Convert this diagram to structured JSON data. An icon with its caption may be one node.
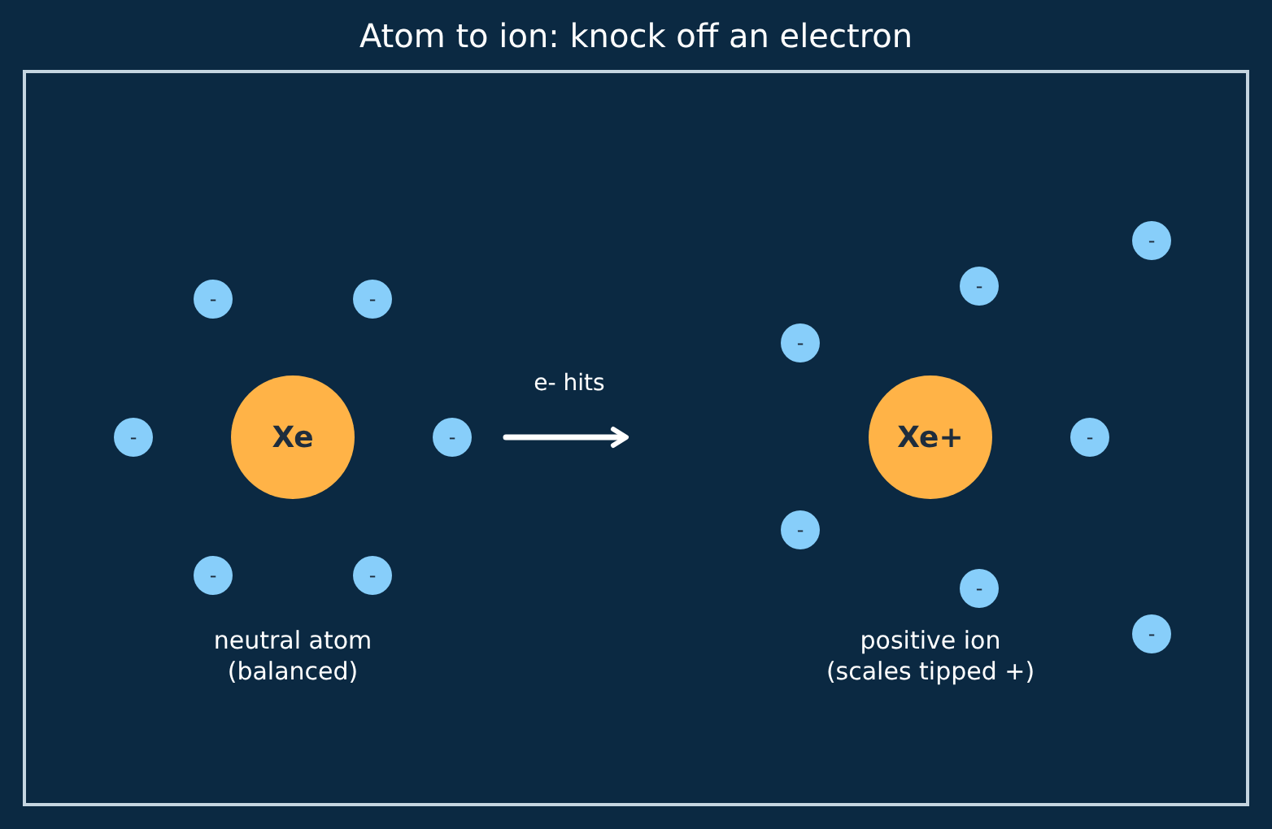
{
  "diagram": {
    "title": "Atom to ion: knock off an electron",
    "nodes": [
      {
        "text": [
          "Xe"
        ]
      },
      {
        "text": [
          "-"
        ]
      },
      {
        "text": [
          "-"
        ]
      },
      {
        "text": [
          "-"
        ]
      },
      {
        "text": [
          "-"
        ]
      },
      {
        "text": [
          "-"
        ]
      },
      {
        "text": [
          "-"
        ]
      },
      {
        "text": [
          "Xe+"
        ]
      },
      {
        "text": [
          "-"
        ]
      },
      {
        "text": [
          "-"
        ]
      },
      {
        "text": [
          "-"
        ]
      },
      {
        "text": [
          "-"
        ]
      },
      {
        "text": [
          "-"
        ]
      },
      {
        "text": [
          "-"
        ]
      },
      {
        "text": [
          "-"
        ]
      }
    ],
    "labels": [
      "e- hits",
      "neutral atom (balanced)",
      "positive ion (scales tipped +)"
    ]
  }
}
